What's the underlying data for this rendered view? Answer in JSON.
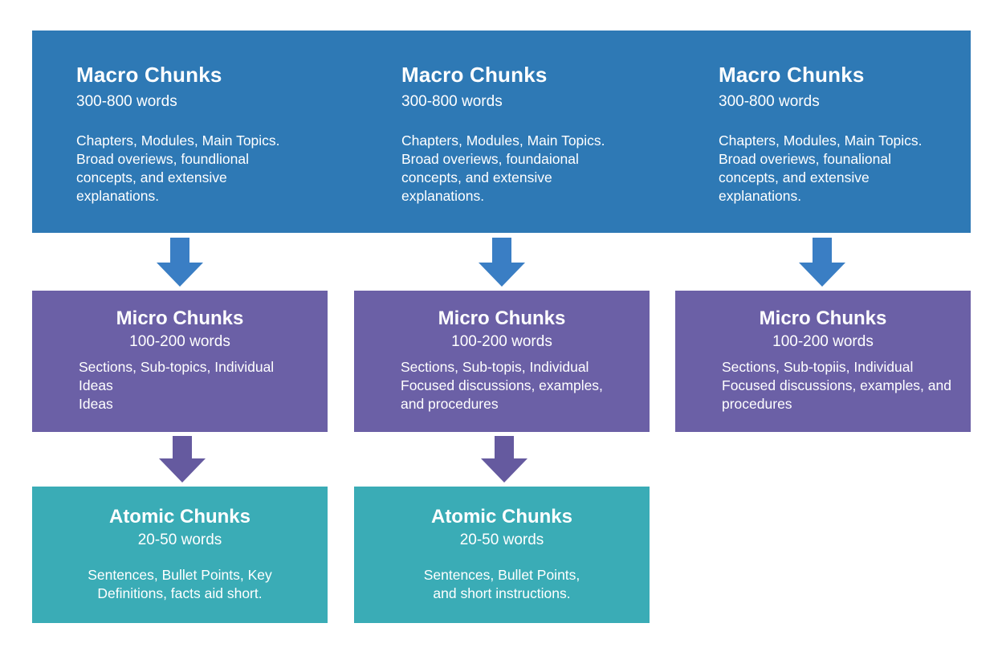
{
  "palette": {
    "macro_bg": "#2e79b5",
    "micro_bg": "#6b60a6",
    "atomic_bg": "#3aacb6",
    "arrow_blue": "#3a7ec4",
    "arrow_purple": "#655a9f",
    "text": "#ffffff",
    "page_bg": "#ffffff"
  },
  "macro_banner": {
    "columns": [
      {
        "title": "Macro Chunks",
        "range": "300-800 words",
        "body": "Chapters, Modules, Main Topics.\nBroad overiews, foundlional\nconcepts, and extensive\nexplanations."
      },
      {
        "title": "Macro Chunks",
        "range": "300-800 words",
        "body": "Chapters, Modules, Main Topics.\nBroad overiews, foundaional\nconcepts, and extensive\nexplanations."
      },
      {
        "title": "Macro Chunks",
        "range": "300-800 words",
        "body": "Chapters, Modules, Main Topics.\nBroad overiews, founalional\nconcepts, and extensive\nexplanations."
      }
    ]
  },
  "micro_boxes": [
    {
      "title": "Micro Chunks",
      "range": "100-200 words",
      "body": "Sections, Sub-topics, Individual\nIdeas\nIdeas"
    },
    {
      "title": "Micro Chunks",
      "range": "100-200 words",
      "body": "Sections, Sub-topis, Individual\nFocused discussions, examples,\nand procedures"
    },
    {
      "title": "Micro Chunks",
      "range": "100-200 words",
      "body": "Sections, Sub-topiis, Individual\nFocused discussions, examples, and\nprocedures"
    }
  ],
  "atomic_boxes": [
    {
      "title": "Atomic Chunks",
      "range": "20-50 words",
      "body": "Sentences, Bullet Points, Key\nDefinitions, facts aid short."
    },
    {
      "title": "Atomic Chunks",
      "range": "20-50 words",
      "body": "Sentences, Bullet Points,\nand short instructions."
    }
  ]
}
